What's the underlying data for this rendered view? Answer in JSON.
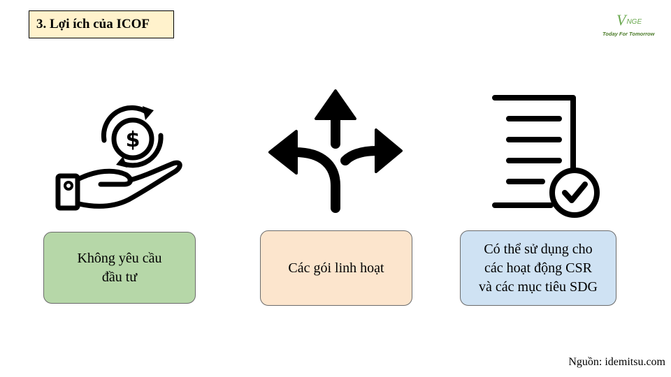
{
  "slide": {
    "title": "3. Lợi ích của ICOF",
    "logo": {
      "mark_letter": "V",
      "mark_rest": "NGE",
      "tagline": "Today For Tomorrow"
    },
    "icons": {
      "left": "money-hand-icon",
      "middle": "split-arrows-icon",
      "right": "document-check-icon"
    },
    "benefits": [
      {
        "lines": [
          "Không yêu cầu",
          "đầu tư"
        ],
        "fill": "#b6d7a8"
      },
      {
        "lines": [
          "Các gói linh hoạt"
        ],
        "fill": "#fce5cd"
      },
      {
        "lines": [
          "Có thể sử dụng cho",
          "các hoạt động CSR",
          "và các mục tiêu SDG"
        ],
        "fill": "#cfe2f3"
      }
    ],
    "source": "Nguồn: idemitsu.com"
  }
}
